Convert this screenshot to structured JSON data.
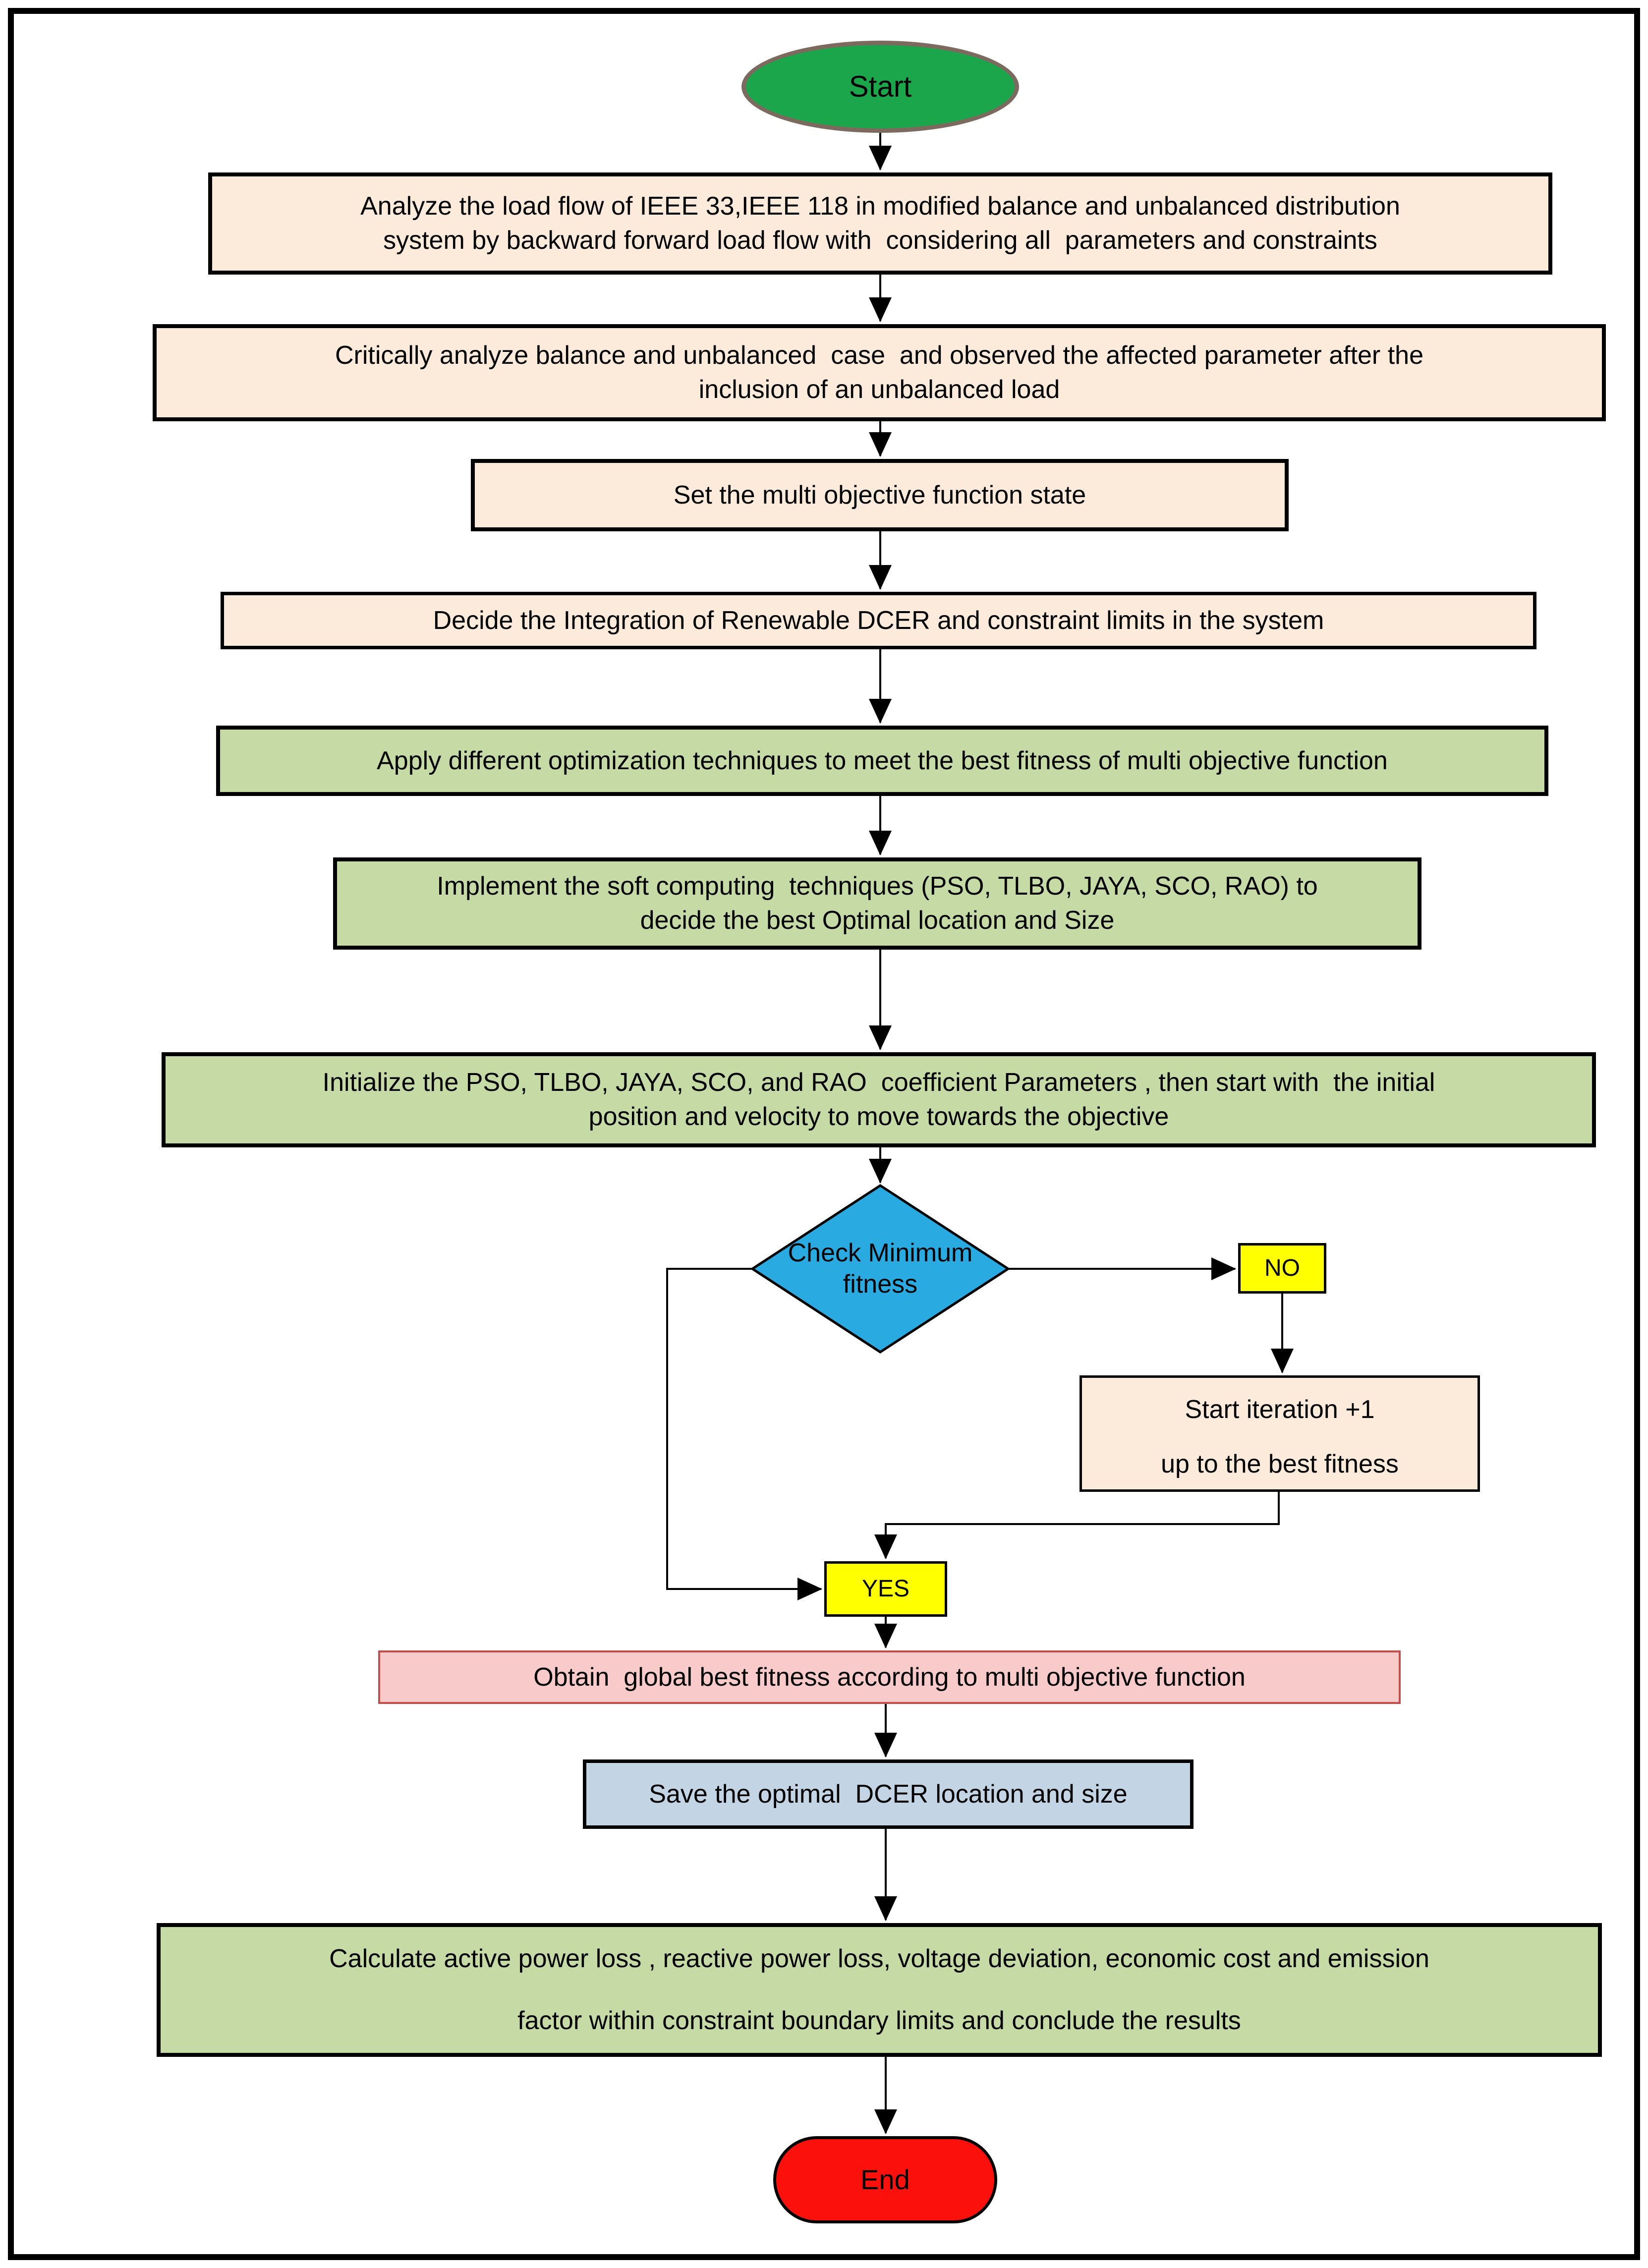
{
  "flowchart": {
    "colors": {
      "peach": "#FCEADB",
      "green": "#C5DAA4",
      "diamond": "#29ABE2",
      "yellow": "#FFFF00",
      "pink": "#F8CACA",
      "pink_border": "#C0504D",
      "blue": "#C3D5E4",
      "start_green": "#1BA64C",
      "start_border": "#7D6A5E",
      "end_red": "#FB100C"
    },
    "nodes": {
      "start": {
        "label": "Start"
      },
      "analyze": {
        "lines": [
          "Analyze the load flow of IEEE 33,IEEE 118 in modified balance and unbalanced distribution",
          "system by backward forward load flow with  considering all  parameters and constraints"
        ]
      },
      "critical": {
        "lines": [
          "Critically analyze balance and unbalanced  case  and observed the affected parameter after the",
          "inclusion of an unbalanced load"
        ]
      },
      "set_objective": {
        "label": "Set the multi objective function state"
      },
      "decide": {
        "label": "Decide the Integration of Renewable DCER and constraint limits in the system"
      },
      "apply": {
        "label": "Apply different optimization techniques to meet the best fitness of multi objective function"
      },
      "implement": {
        "lines": [
          "Implement the soft computing  techniques (PSO, TLBO, JAYA, SCO, RAO) to",
          "decide the best Optimal location and Size"
        ]
      },
      "initialize": {
        "lines": [
          "Initialize the PSO, TLBO, JAYA, SCO, and RAO  coefficient Parameters , then start with  the initial",
          "position and velocity to move towards the objective"
        ]
      },
      "check": {
        "label": "Check Minimum fitness"
      },
      "no": {
        "label": "NO"
      },
      "iterate": {
        "lines": [
          "Start iteration +1",
          "up to the best fitness"
        ]
      },
      "yes": {
        "label": "YES"
      },
      "obtain": {
        "label": "Obtain  global best fitness according to multi objective function"
      },
      "save": {
        "label": "Save the optimal  DCER location and size"
      },
      "calculate": {
        "lines": [
          "Calculate active power loss , reactive power loss, voltage deviation, economic cost and emission",
          "factor within constraint boundary limits and conclude the results"
        ]
      },
      "end": {
        "label": "End"
      }
    }
  }
}
